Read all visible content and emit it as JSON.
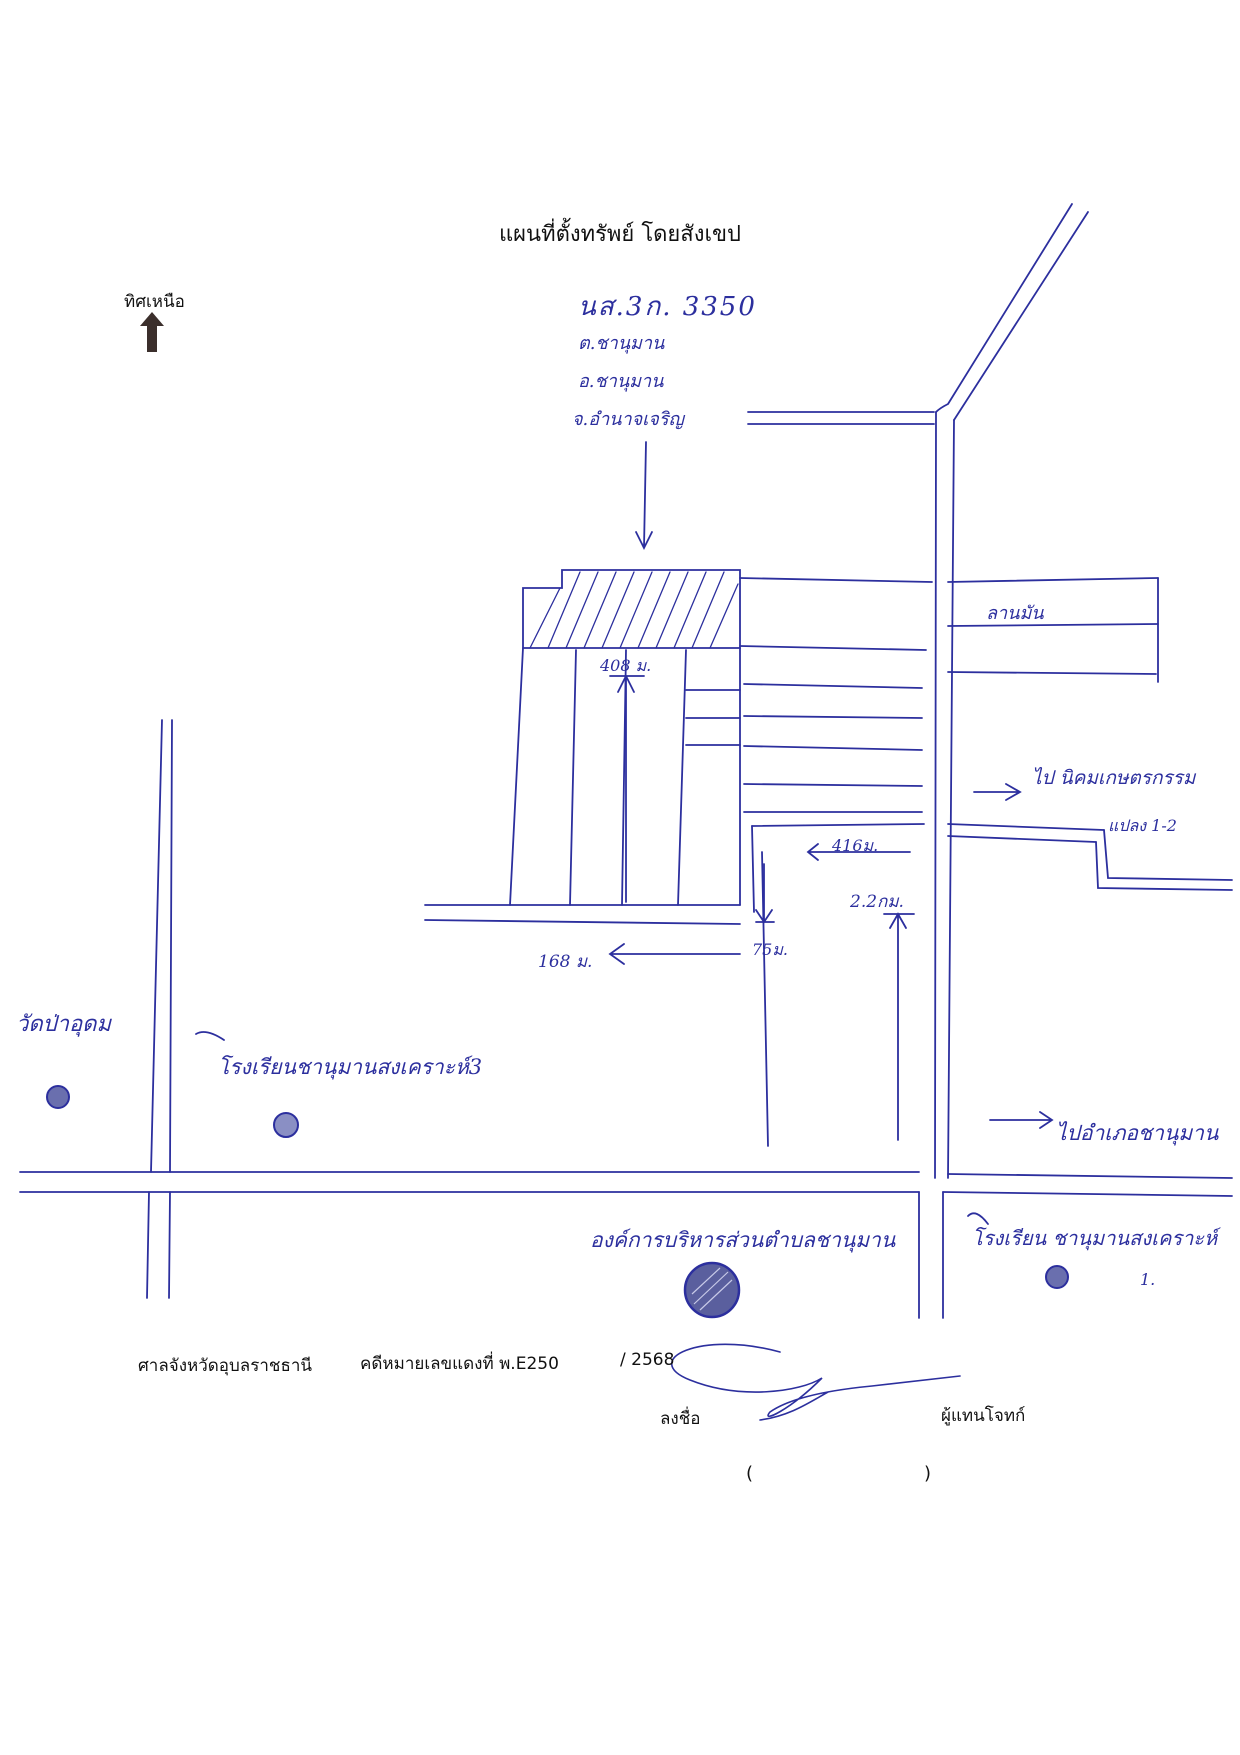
{
  "title": "แผนที่ตั้งทรัพย์ โดยสังเขป",
  "north": {
    "label": "ทิศเหนือ",
    "icon": "north-arrow-icon"
  },
  "parcel": {
    "id": "นส.3ก. 3350",
    "subdistrict": "ต.ชานุมาน",
    "district": "อ.ชานุมาน",
    "province": "จ.อำนาจเจริญ"
  },
  "distances": {
    "d408": "408 ม.",
    "d416": "416ม.",
    "d22km": "2.2กม.",
    "d75": "75ม.",
    "d168": "168 ม."
  },
  "places": {
    "field": "ลานมัน",
    "to_industrial": "ไป นิคมเกษตรกรรม",
    "industrial_plot": "แปลง 1-2",
    "to_district": "ไปอำเภอชานุมาน",
    "temple": "วัดป่าอุดม",
    "school_3": "โรงเรียนชานุมานสงเคราะห์3",
    "sao": "องค์การบริหารส่วนตำบลชานุมาน",
    "school_1": "โรงเรียน ชานุมานสงเคราะห์",
    "school_1_no": "1."
  },
  "footer": {
    "court": "ศาลจังหวัดอุบลราชธานี",
    "case_prefix": "คดีหมายเลขแดงที่ พ.E250",
    "case_no": "/ 2568",
    "sign_label": "ลงชื่อ",
    "role_label": "ผู้แทนโจทก์",
    "paren_open": "(",
    "paren_close": ")"
  },
  "colors": {
    "pen": "#2c2f9e",
    "print": "#111111",
    "landmark_fill": "#5a5f9e"
  }
}
